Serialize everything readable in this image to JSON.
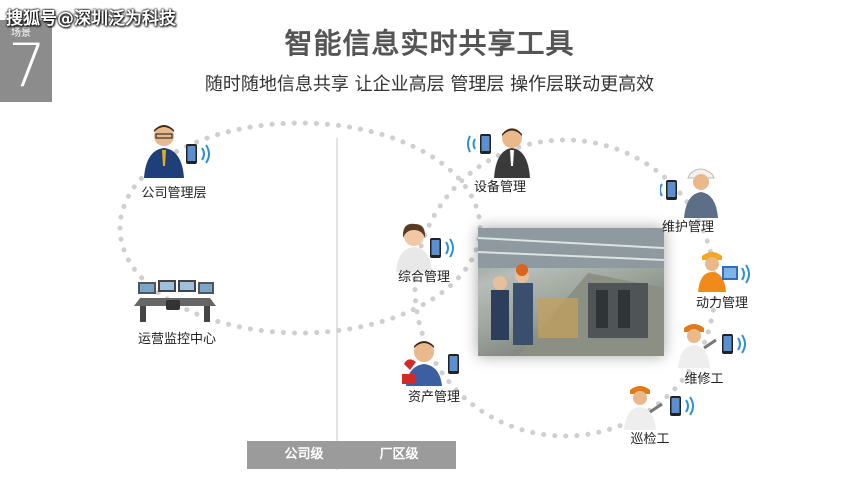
{
  "watermark": "搜狐号@深圳泛为科技",
  "scene": {
    "label": "场景",
    "number": "7"
  },
  "title": "智能信息实时共享工具",
  "subtitle": "随时随地信息共享  让企业高层 管理层 操作层联动更高效",
  "nodes": {
    "company_mgmt": "公司管理层",
    "ops_center": "运营监控中心",
    "equipment_mgmt": "设备管理",
    "general_mgmt": "综合管理",
    "asset_mgmt": "资产管理",
    "maintenance_mgmt": "维护管理",
    "power_mgmt": "动力管理",
    "repair_worker": "维修工",
    "inspector": "巡检工"
  },
  "tiers": {
    "company_level": "公司级",
    "plant_level": "厂区级"
  },
  "colors": {
    "accent_blue": "#2f8fd6",
    "dot_gray": "#d0d0d0",
    "badge_gray": "#8c8c8c"
  }
}
